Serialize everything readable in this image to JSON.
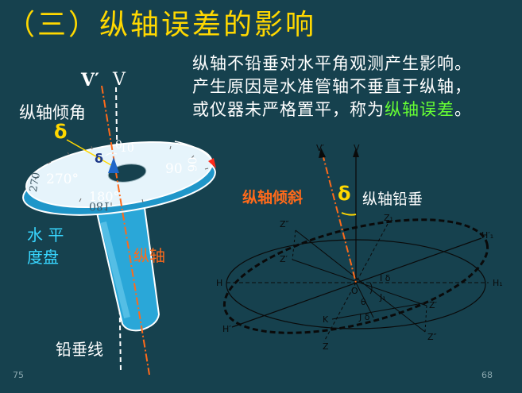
{
  "title": "（三）纵轴误差的影响",
  "description": {
    "line1": "纵轴不铅垂对水平角观测产生影响。",
    "line2": "产生原因是水准管轴不垂直于纵轴，",
    "line3_prefix": "或仪器未严格置平，称为",
    "line3_highlight": "纵轴误差",
    "line3_suffix": "。"
  },
  "left_figure": {
    "v_prime_label": "V′",
    "v_label": "V",
    "tilt_angle_label": "纵轴倾角",
    "delta": "δ",
    "small_delta": "δ",
    "disc_label_line1": "水 平",
    "disc_label_line2": "度盘",
    "axis_label": "纵轴",
    "plumb_label": "铅垂线",
    "scale_0": "0",
    "scale_10": "10",
    "scale_90": "90",
    "scale_06": "06",
    "scale_180": "180°",
    "scale_081": "081",
    "scale_270": "270°",
    "scale_072": "270"
  },
  "right_figure": {
    "v_prime_label": "V′",
    "v_label": "V",
    "tilt_label": "纵轴倾斜",
    "delta": "δ",
    "plumb_label": "纵轴铅垂",
    "z1": "Z₁",
    "z2pp": "Z″",
    "z2p": "Z′",
    "h": "H",
    "h1": "H₁",
    "h1p": "H′₁",
    "hp": "H′",
    "o": "O",
    "j1": "J₁",
    "i_delta": "I δ",
    "theta": "θ",
    "j_delta": "J δ",
    "k": "K",
    "z": "Z",
    "zp": "Z′",
    "zpp": "Z″"
  },
  "page_left": "75",
  "page_right": "68",
  "colors": {
    "background": "#16414e",
    "title": "#ffd800",
    "highlight": "#66ff33",
    "orange": "#ff6a1a",
    "cyan_label": "#38d6ff",
    "delta_yellow": "#ffd800"
  }
}
